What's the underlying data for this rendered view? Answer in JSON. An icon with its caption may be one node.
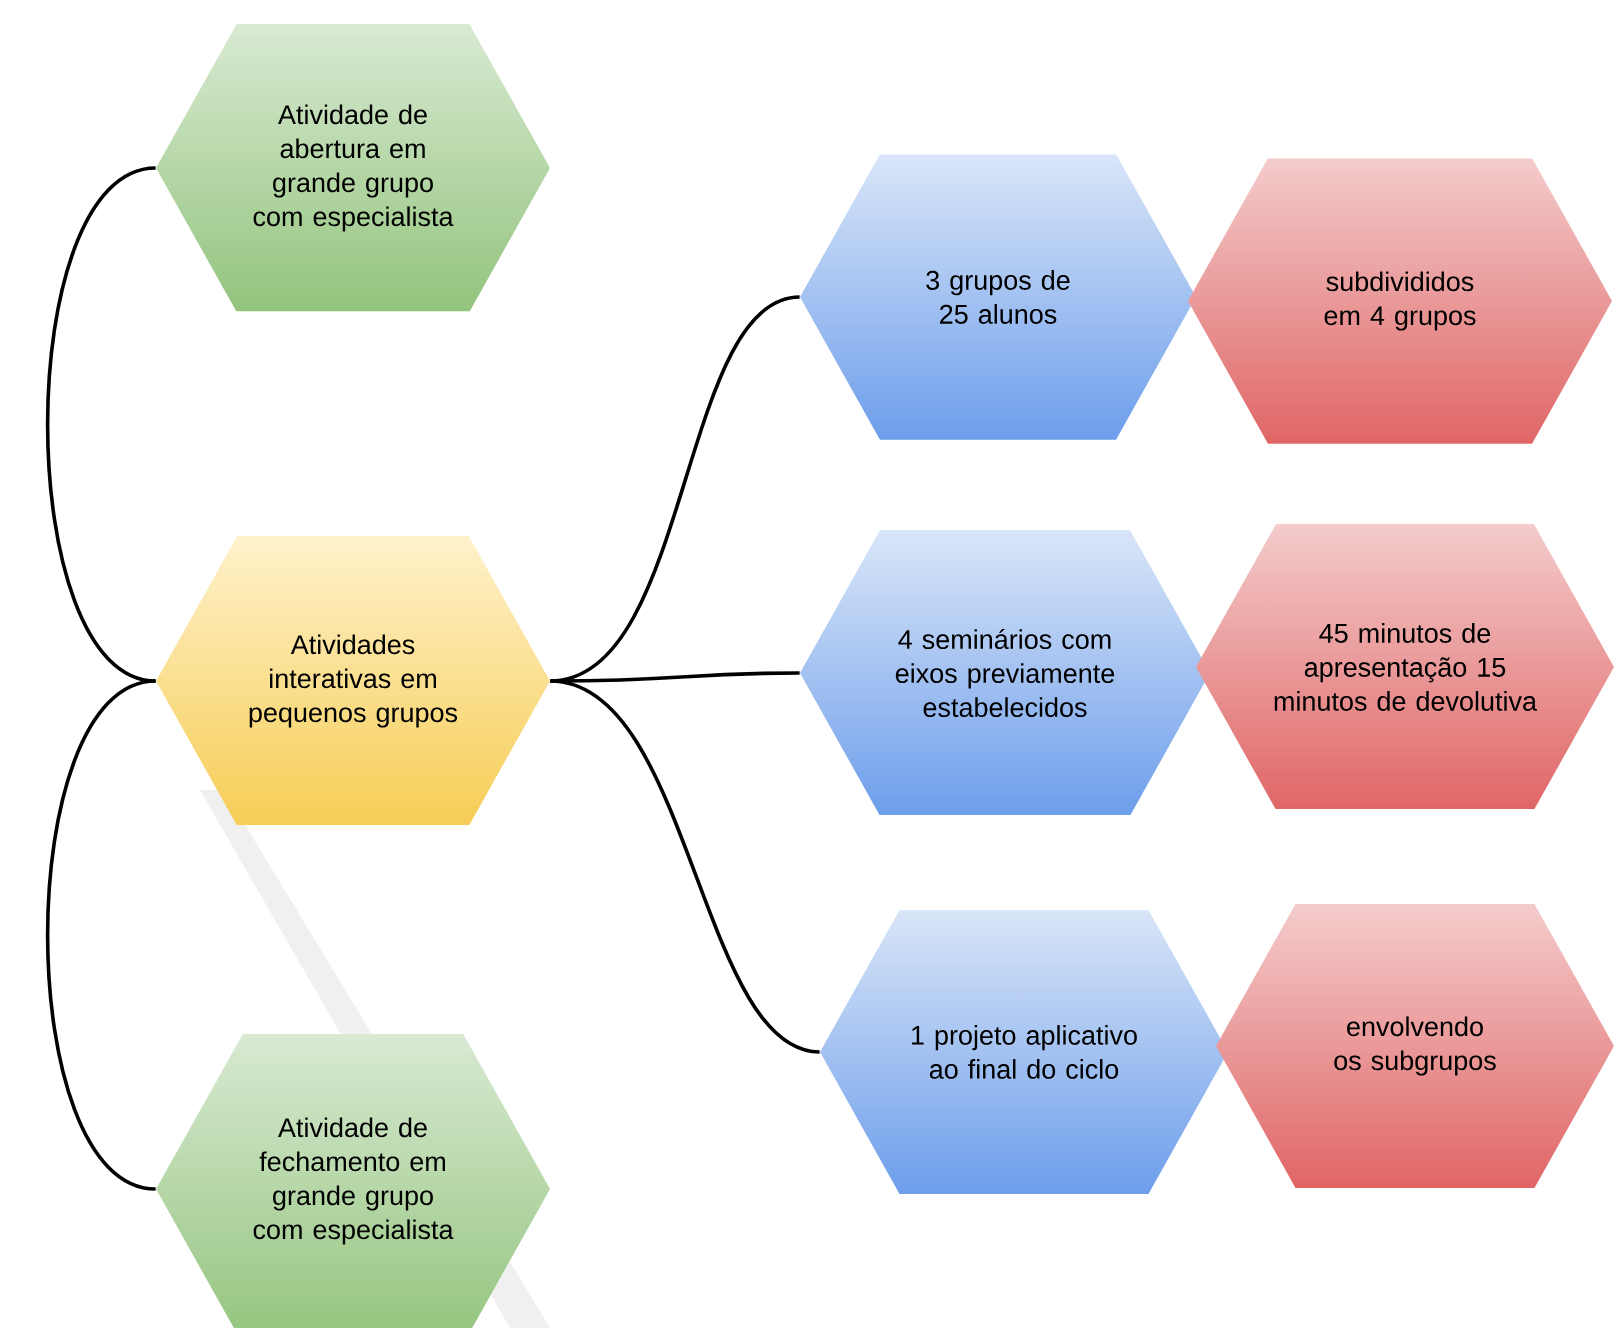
{
  "diagram": {
    "nodes": [
      {
        "text": [
          "Atividade de abertura em grande grupo com especialista"
        ]
      },
      {
        "text": [
          "Atividades interativas em pequenos grupos"
        ]
      },
      {
        "text": [
          "Atividade de fechamento em grande grupo com especialista"
        ]
      },
      {
        "text": [
          "3 grupos de 25 alunos"
        ]
      },
      {
        "text": [
          "subdivididos em 4 grupos"
        ]
      },
      {
        "text": [
          "4 seminários com eixos previamente estabelecidos"
        ]
      },
      {
        "text": [
          "45 minutos de apresentação 15 minutos de devolutiva"
        ]
      },
      {
        "text": [
          "1 projeto aplicativo ao final do ciclo"
        ]
      },
      {
        "text": [
          "envolvendo os subgrupos"
        ]
      }
    ],
    "edges": [
      {
        "from": 1,
        "to": 0,
        "arrow": "none"
      },
      {
        "from": 1,
        "to": 2,
        "arrow": "none"
      },
      {
        "from": 1,
        "to": 3,
        "arrow": "none"
      },
      {
        "from": 1,
        "to": 5,
        "arrow": "none"
      },
      {
        "from": 1,
        "to": 7,
        "arrow": "none"
      }
    ]
  }
}
